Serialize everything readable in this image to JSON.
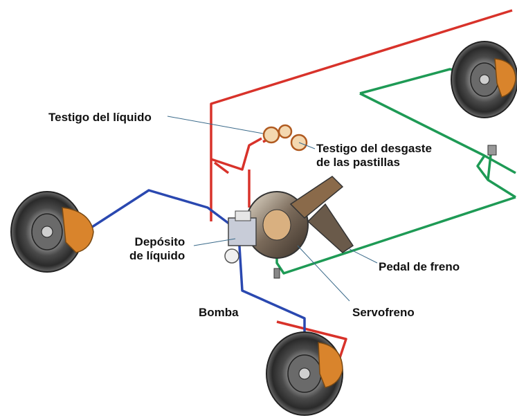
{
  "labels": {
    "testigo_liquido": "Testigo del líquido",
    "testigo_desgaste_line1": "Testigo del desgaste",
    "testigo_desgaste_line2": "de las pastillas",
    "deposito_line1": "Depósito",
    "deposito_line2": "de líquido",
    "pedal": "Pedal de freno",
    "bomba": "Bomba",
    "servofreno": "Servofreno"
  },
  "colors": {
    "red_circuit": "#d8322a",
    "green_circuit": "#1e9a55",
    "blue_circuit": "#2a48b0",
    "caliper": "#d9842c",
    "disc": "#3a3a3a"
  }
}
